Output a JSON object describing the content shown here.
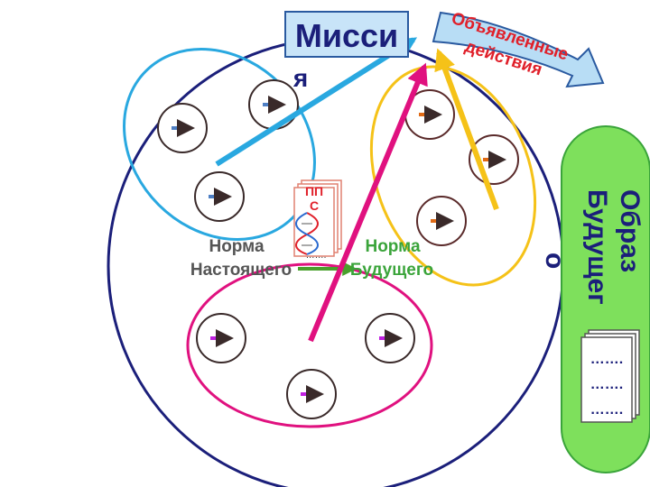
{
  "mission": {
    "line1": "Мисси",
    "line2": "я"
  },
  "declared_actions": {
    "line1": "Объявленные",
    "line2": "действия"
  },
  "image_of_future": {
    "line1": "Образ",
    "line2": "Будущег",
    "line3": "о"
  },
  "norm_present": {
    "line1": "Норма",
    "line2": "Настоящего"
  },
  "norm_future": {
    "line1": "Норма",
    "line2": "Будущего"
  },
  "pps": {
    "label": "ПП",
    "label2": "С"
  },
  "dots": "…….",
  "colors": {
    "blue": "#29a8e0",
    "yellow": "#f5c218",
    "magenta": "#e0117f",
    "green": "#5bcf3c",
    "navy": "#1b1f7a",
    "gray_text": "#555555",
    "green_text": "#3aa43a",
    "red_text": "#e0202a"
  }
}
